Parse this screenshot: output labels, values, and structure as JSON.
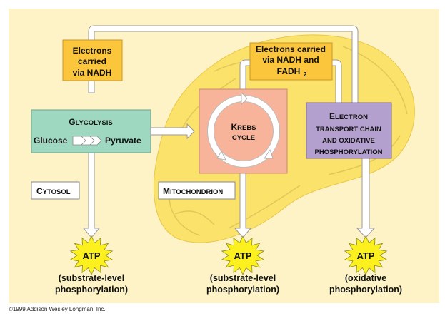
{
  "colors": {
    "background": "#fdf3c6",
    "mitochondrion": "#fbe26a",
    "glycolysis": "#9fd8c0",
    "krebs": "#f7b49a",
    "etc": "#b4a0cf",
    "carrier": "#fbc63c",
    "atp": "#fdf01f"
  },
  "boxes": {
    "nadh": [
      "Electrons",
      "carried",
      "via NADH"
    ],
    "nadh_fadh": [
      "Electrons carried",
      "via NADH and",
      "FADH"
    ],
    "nadh_fadh_sub": "2",
    "glycolysis": {
      "title_cap": "G",
      "title_rest": "LYCOLYSIS",
      "from": "Glucose",
      "to": "Pyruvate"
    },
    "krebs": {
      "line1_cap": "K",
      "line1_rest": "REBS",
      "line2": "CYCLE"
    },
    "etc": {
      "line1_cap": "E",
      "line1_rest": "LECTRON",
      "line2": "TRANSPORT CHAIN",
      "line3": "AND OXIDATIVE",
      "line4": "PHOSPHORYLATION"
    }
  },
  "labels": {
    "cytosol_cap": "C",
    "cytosol_rest": "YTOSOL",
    "mito_cap": "M",
    "mito_rest": "ITOCHONDRION"
  },
  "atp": [
    {
      "label": "ATP",
      "caption": [
        "(substrate-level",
        "phosphorylation)"
      ]
    },
    {
      "label": "ATP",
      "caption": [
        "(substrate-level",
        "phosphorylation)"
      ]
    },
    {
      "label": "ATP",
      "caption": [
        "(oxidative",
        "phosphorylation)"
      ]
    }
  ],
  "copyright": "©1999 Addison Wesley Longman, Inc."
}
